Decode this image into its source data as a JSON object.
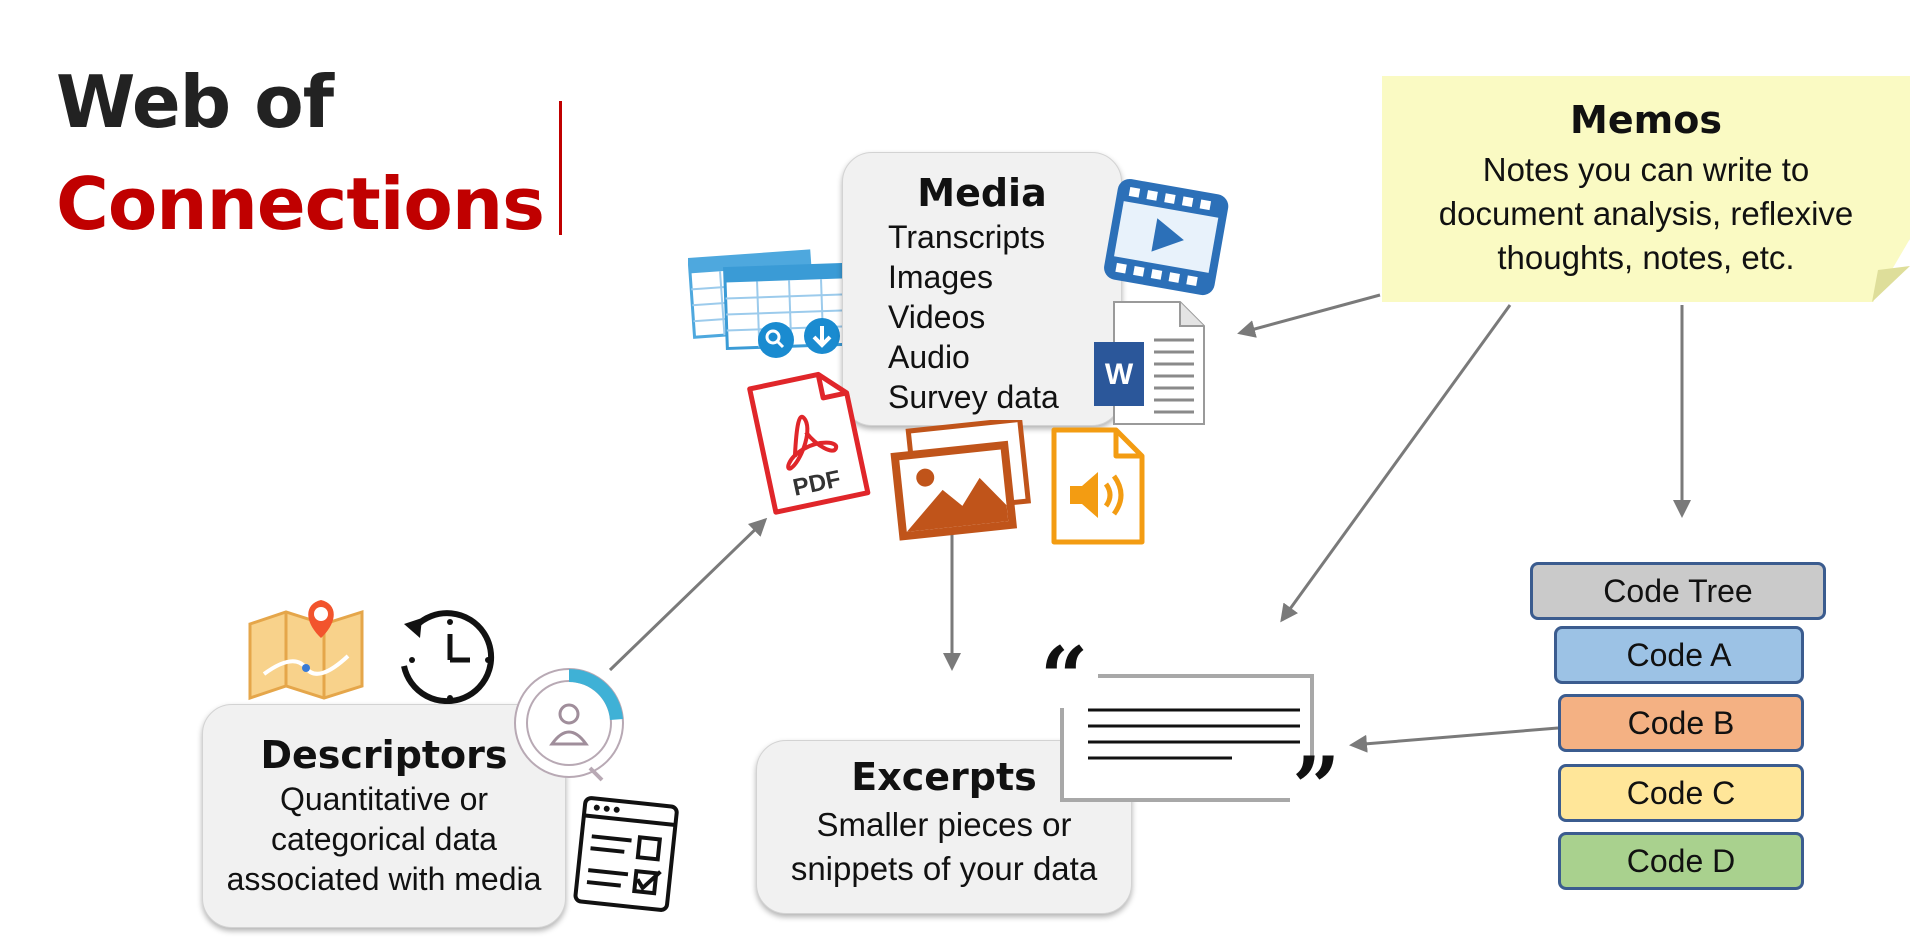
{
  "title": {
    "line1": "Web of",
    "line2": "Connections"
  },
  "colors": {
    "accent": "#c00000",
    "memo_bg": "#fafac3",
    "card_bg": "#f1f1f1"
  },
  "media": {
    "heading": "Media",
    "items": [
      "Transcripts",
      "Images",
      "Videos",
      "Audio",
      "Survey data"
    ],
    "icons": [
      "spreadsheet-icon",
      "video-icon",
      "word-document-icon",
      "pdf-icon",
      "image-icon",
      "audio-icon"
    ],
    "pdf_label": "PDF",
    "word_label": "W"
  },
  "memos": {
    "heading": "Memos",
    "description": [
      "Notes you can write to",
      "document analysis, reflexive",
      "thoughts, notes, etc."
    ]
  },
  "descriptors": {
    "heading": "Descriptors",
    "description": [
      "Quantitative or",
      "categorical data",
      "associated with media"
    ],
    "icons": [
      "map-pin-icon",
      "clock-icon",
      "person-target-icon",
      "form-icon"
    ]
  },
  "excerpts": {
    "heading": "Excerpts",
    "description": [
      "Smaller pieces or",
      "snippets of your data"
    ]
  },
  "quote": {
    "open": "“",
    "close": "”"
  },
  "codes": [
    {
      "label": "Code Tree",
      "color": "#cacaca"
    },
    {
      "label": "Code A",
      "color": "#9cc2e5"
    },
    {
      "label": "Code B",
      "color": "#f4b183"
    },
    {
      "label": "Code C",
      "color": "#ffe699"
    },
    {
      "label": "Code D",
      "color": "#a9d18e"
    }
  ]
}
